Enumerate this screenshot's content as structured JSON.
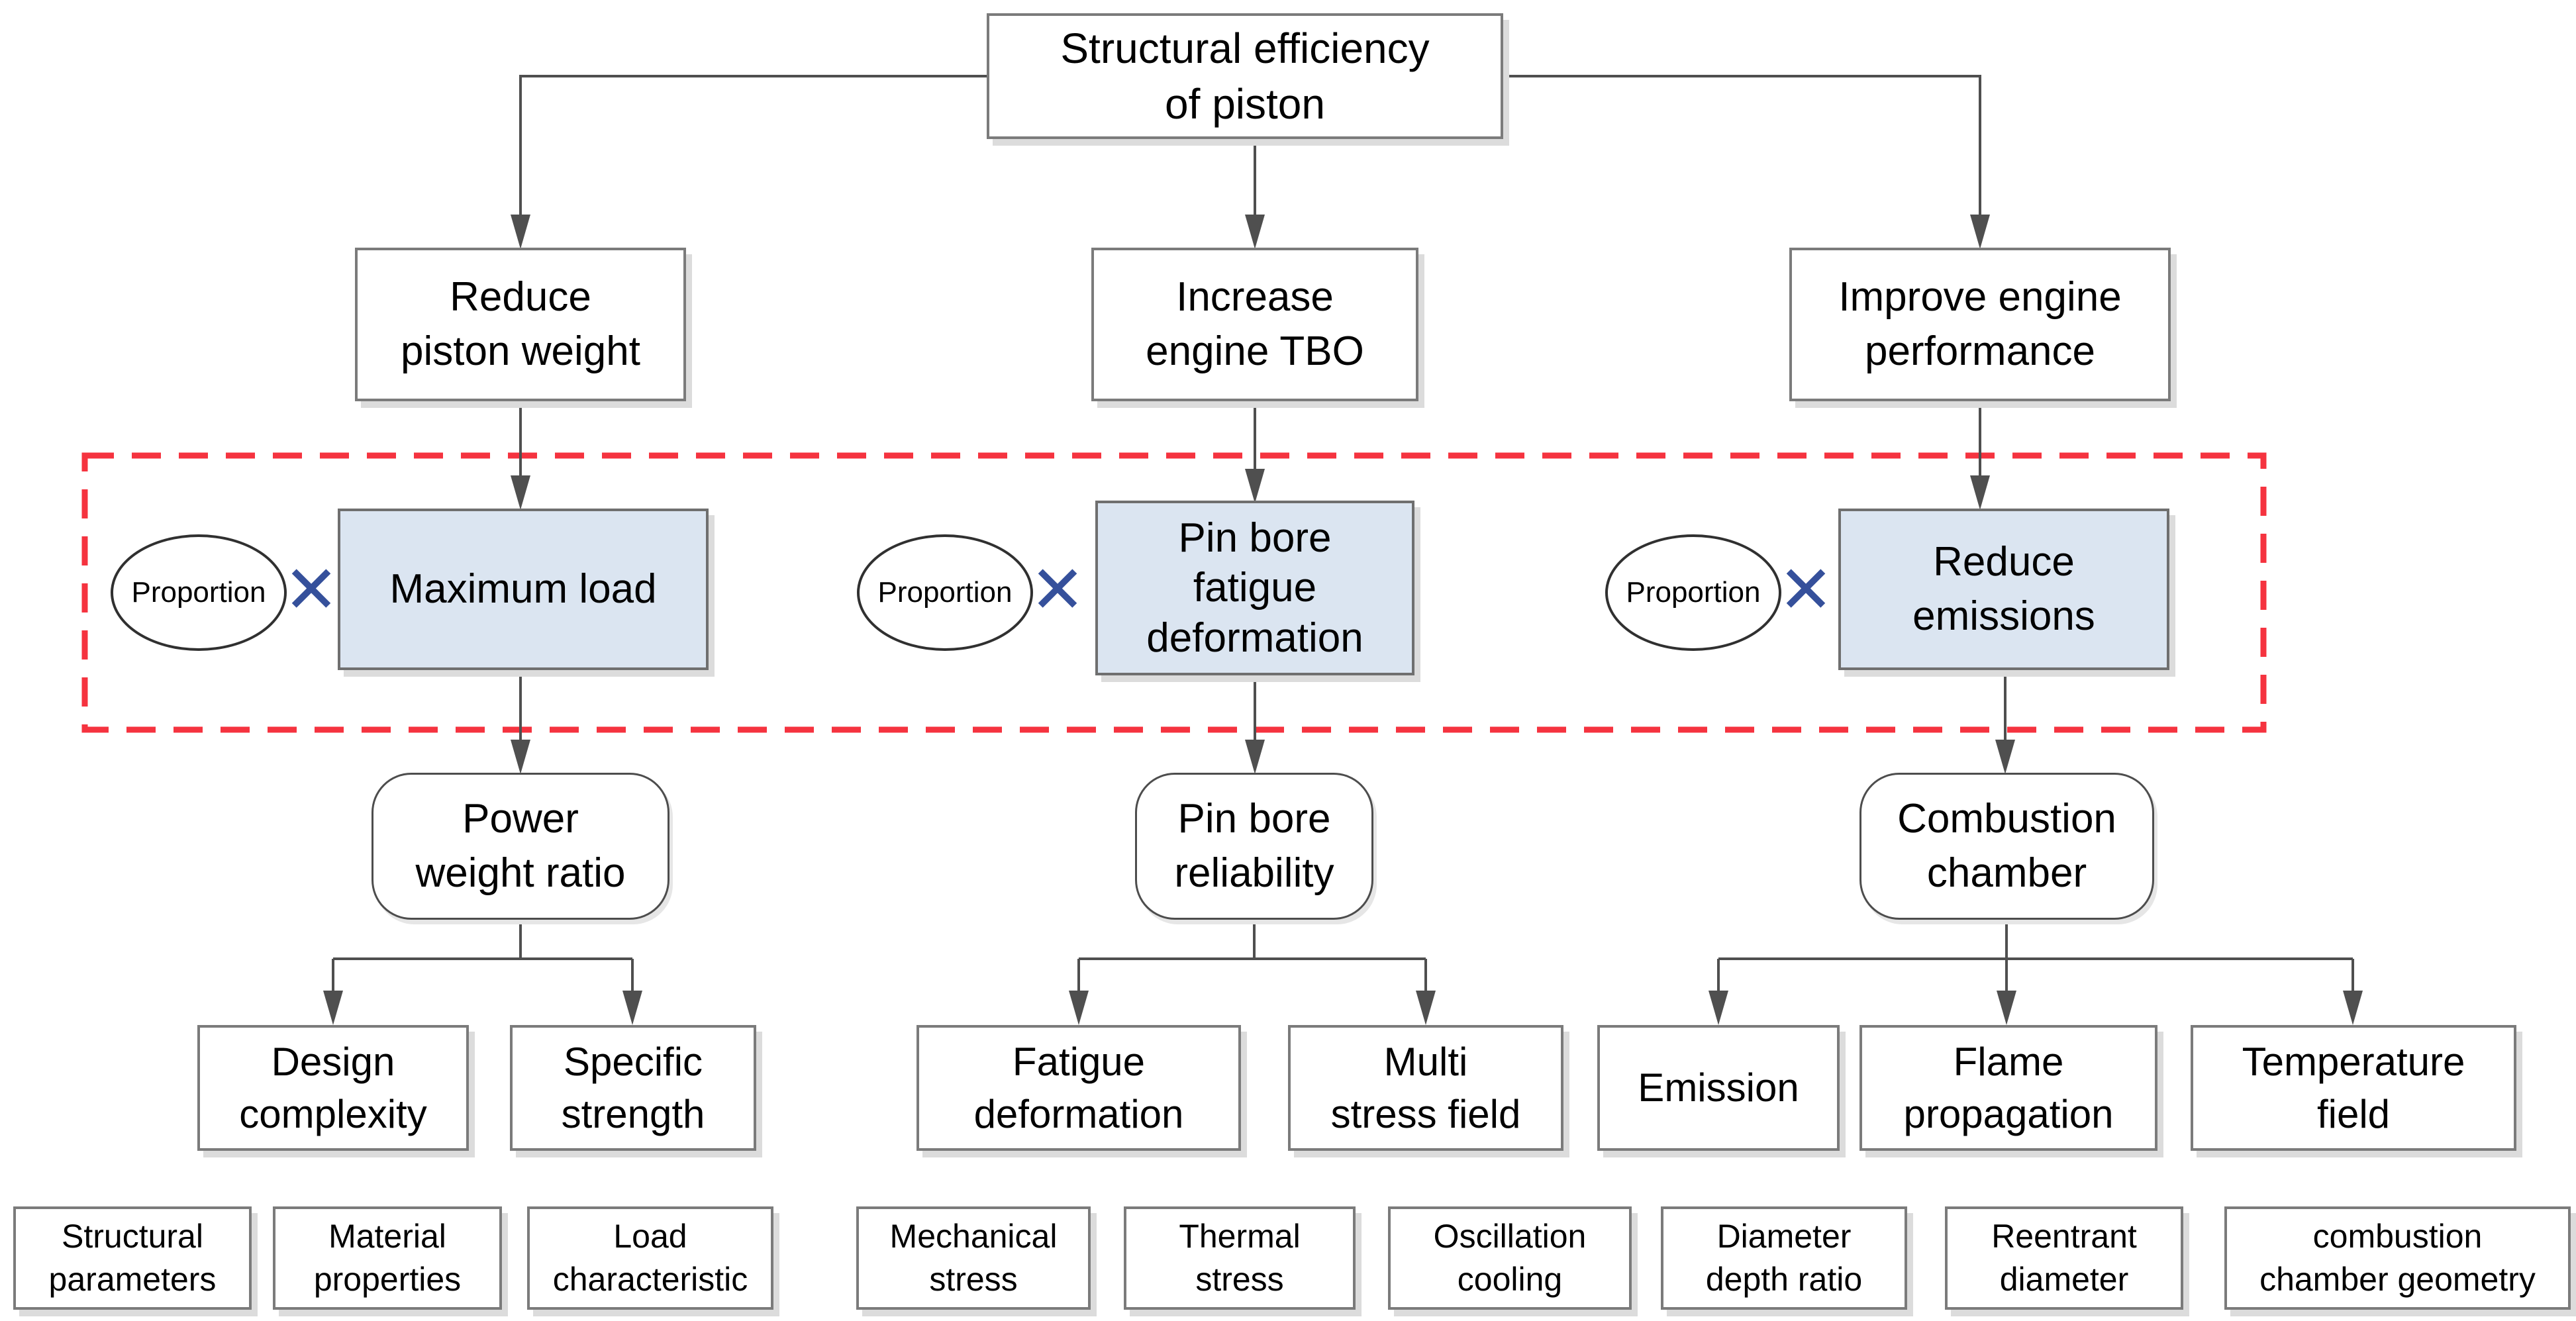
{
  "diagram": {
    "title": "Structural efficiency\nof piston",
    "goals": [
      "Reduce\npiston weight",
      "Increase\nengine TBO",
      "Improve engine\nperformance"
    ],
    "proportion_label": "Proportion",
    "multiply_symbol": "✕",
    "weighted_indicators": [
      "Maximum load",
      "Pin bore\nfatigue\ndeformation",
      "Reduce\nemissions"
    ],
    "criteria": [
      "Power\nweight ratio",
      "Pin bore\nreliability",
      "Combustion\nchamber"
    ],
    "factors": [
      "Design\ncomplexity",
      "Specific\nstrength",
      "Fatigue\ndeformation",
      "Multi\nstress field",
      "Emission",
      "Flame\npropagation",
      "Temperature\nfield"
    ],
    "parameters": [
      "Structural\nparameters",
      "Material\nproperties",
      "Load\ncharacteristic",
      "Mechanical\nstress",
      "Thermal\nstress",
      "Oscillation\ncooling",
      "Diameter\ndepth ratio",
      "Reentrant\ndiameter",
      "combustion\nchamber geometry"
    ],
    "colors": {
      "highlight_fill": "#dbe5f1",
      "box_border": "#7b7b7b",
      "connector": "#4f4f4f",
      "dashed_frame": "#f5333f",
      "multiply": "#35509b"
    }
  }
}
